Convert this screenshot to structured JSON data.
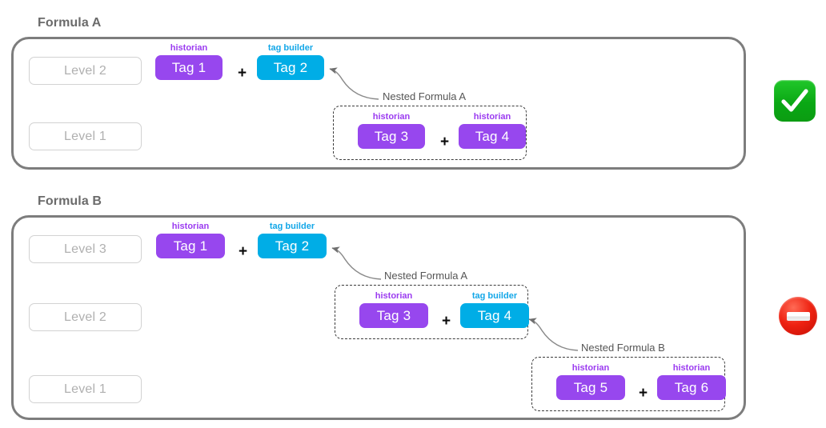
{
  "colors": {
    "historian": "#9747ee",
    "tag_builder": "#00ade6",
    "container_border": "#7d7d7d",
    "level_text": "#b0b0b0",
    "title_text": "#6b6b6b",
    "nested_label": "#555555",
    "status_ok": "#0aa814",
    "status_blocked": "#ee2211"
  },
  "operator": "+",
  "kinds": {
    "historian": "historian",
    "tag_builder": "tag builder"
  },
  "formulas": [
    {
      "title": "Formula A",
      "status": {
        "icon": "green-check-icon",
        "state": "allowed"
      },
      "levels": [
        {
          "label": "Level 2"
        },
        {
          "label": "Level 1"
        }
      ],
      "top_row": {
        "tags": [
          {
            "kind": "historian",
            "kind_label": "historian",
            "label": "Tag 1"
          },
          {
            "kind": "tag_builder",
            "kind_label": "tag builder",
            "label": "Tag 2"
          }
        ]
      },
      "nested": [
        {
          "label": "Nested Formula A",
          "tags": [
            {
              "kind": "historian",
              "kind_label": "historian",
              "label": "Tag 3"
            },
            {
              "kind": "historian",
              "kind_label": "historian",
              "label": "Tag 4"
            }
          ]
        }
      ]
    },
    {
      "title": "Formula B",
      "status": {
        "icon": "red-no-entry-icon",
        "state": "blocked"
      },
      "levels": [
        {
          "label": "Level 3"
        },
        {
          "label": "Level 2"
        },
        {
          "label": "Level 1"
        }
      ],
      "top_row": {
        "tags": [
          {
            "kind": "historian",
            "kind_label": "historian",
            "label": "Tag 1"
          },
          {
            "kind": "tag_builder",
            "kind_label": "tag builder",
            "label": "Tag 2"
          }
        ]
      },
      "nested": [
        {
          "label": "Nested Formula A",
          "tags": [
            {
              "kind": "historian",
              "kind_label": "historian",
              "label": "Tag 3"
            },
            {
              "kind": "tag_builder",
              "kind_label": "tag builder",
              "label": "Tag 4"
            }
          ]
        },
        {
          "label": "Nested Formula B",
          "tags": [
            {
              "kind": "historian",
              "kind_label": "historian",
              "label": "Tag 5"
            },
            {
              "kind": "historian",
              "kind_label": "historian",
              "label": "Tag 6"
            }
          ]
        }
      ]
    }
  ]
}
